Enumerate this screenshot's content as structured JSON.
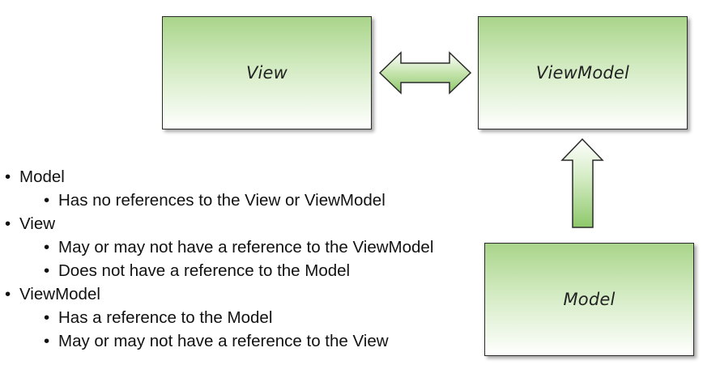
{
  "diagram": {
    "boxes": {
      "view": "View",
      "viewmodel": "ViewModel",
      "model": "Model"
    },
    "colors": {
      "box_top": "#a9d48a",
      "box_bottom": "#ffffff",
      "arrow_fill": "#a9d48a",
      "outline": "#2a2a2a"
    }
  },
  "bullets": [
    {
      "label": "Model",
      "items": [
        "Has no references to the View or ViewModel"
      ]
    },
    {
      "label": "View",
      "items": [
        "May or may not have a reference to the ViewModel",
        "Does not have a reference to the Model"
      ]
    },
    {
      "label": "ViewModel",
      "items": [
        "Has a reference to the Model",
        "May or may not have a reference to the View"
      ]
    }
  ]
}
